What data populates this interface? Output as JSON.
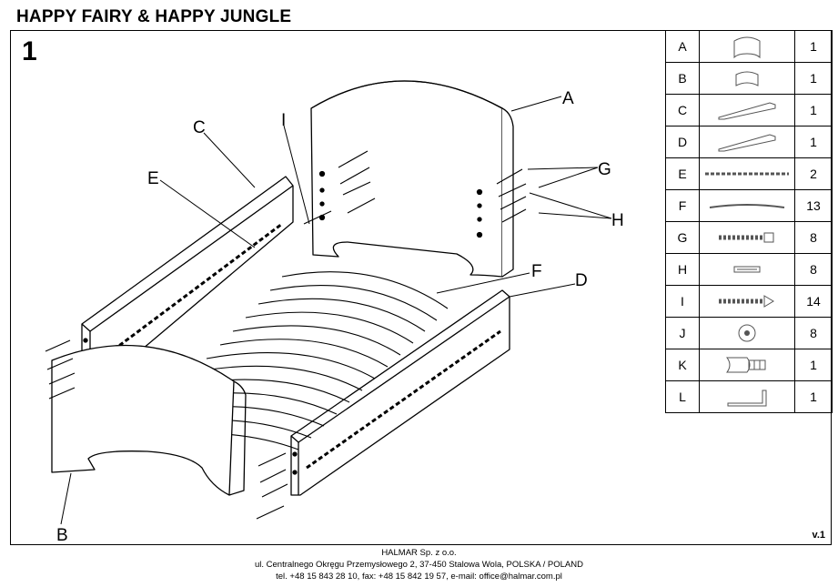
{
  "document": {
    "title": "HAPPY FAIRY & HAPPY JUNGLE",
    "step_number": "1",
    "version": "v.1"
  },
  "diagram_labels": {
    "A": "A",
    "B": "B",
    "C": "C",
    "D": "D",
    "E": "E",
    "F": "F",
    "G": "G",
    "H": "H",
    "I": "I"
  },
  "parts": [
    {
      "letter": "A",
      "icon": "headboard-icon",
      "qty": "1"
    },
    {
      "letter": "B",
      "icon": "footboard-icon",
      "qty": "1"
    },
    {
      "letter": "C",
      "icon": "side-rail-icon",
      "qty": "1"
    },
    {
      "letter": "D",
      "icon": "side-rail-icon",
      "qty": "1"
    },
    {
      "letter": "E",
      "icon": "slat-strip-icon",
      "qty": "2"
    },
    {
      "letter": "F",
      "icon": "slat-icon",
      "qty": "13"
    },
    {
      "letter": "G",
      "icon": "bolt-icon",
      "qty": "8"
    },
    {
      "letter": "H",
      "icon": "dowel-icon",
      "qty": "8"
    },
    {
      "letter": "I",
      "icon": "screw-icon",
      "qty": "14"
    },
    {
      "letter": "J",
      "icon": "washer-icon",
      "qty": "8"
    },
    {
      "letter": "K",
      "icon": "connector-icon",
      "qty": "1"
    },
    {
      "letter": "L",
      "icon": "allen-key-icon",
      "qty": "1"
    }
  ],
  "footer": {
    "company": "HALMAR Sp. z o.o.",
    "address": "ul. Centralnego Okręgu Przemysłowego 2, 37-450 Stalowa Wola, POLSKA / POLAND",
    "contact": "tel. +48 15 843 28 10, fax: +48 15 842 19 57, e-mail: office@halmar.com.pl"
  }
}
